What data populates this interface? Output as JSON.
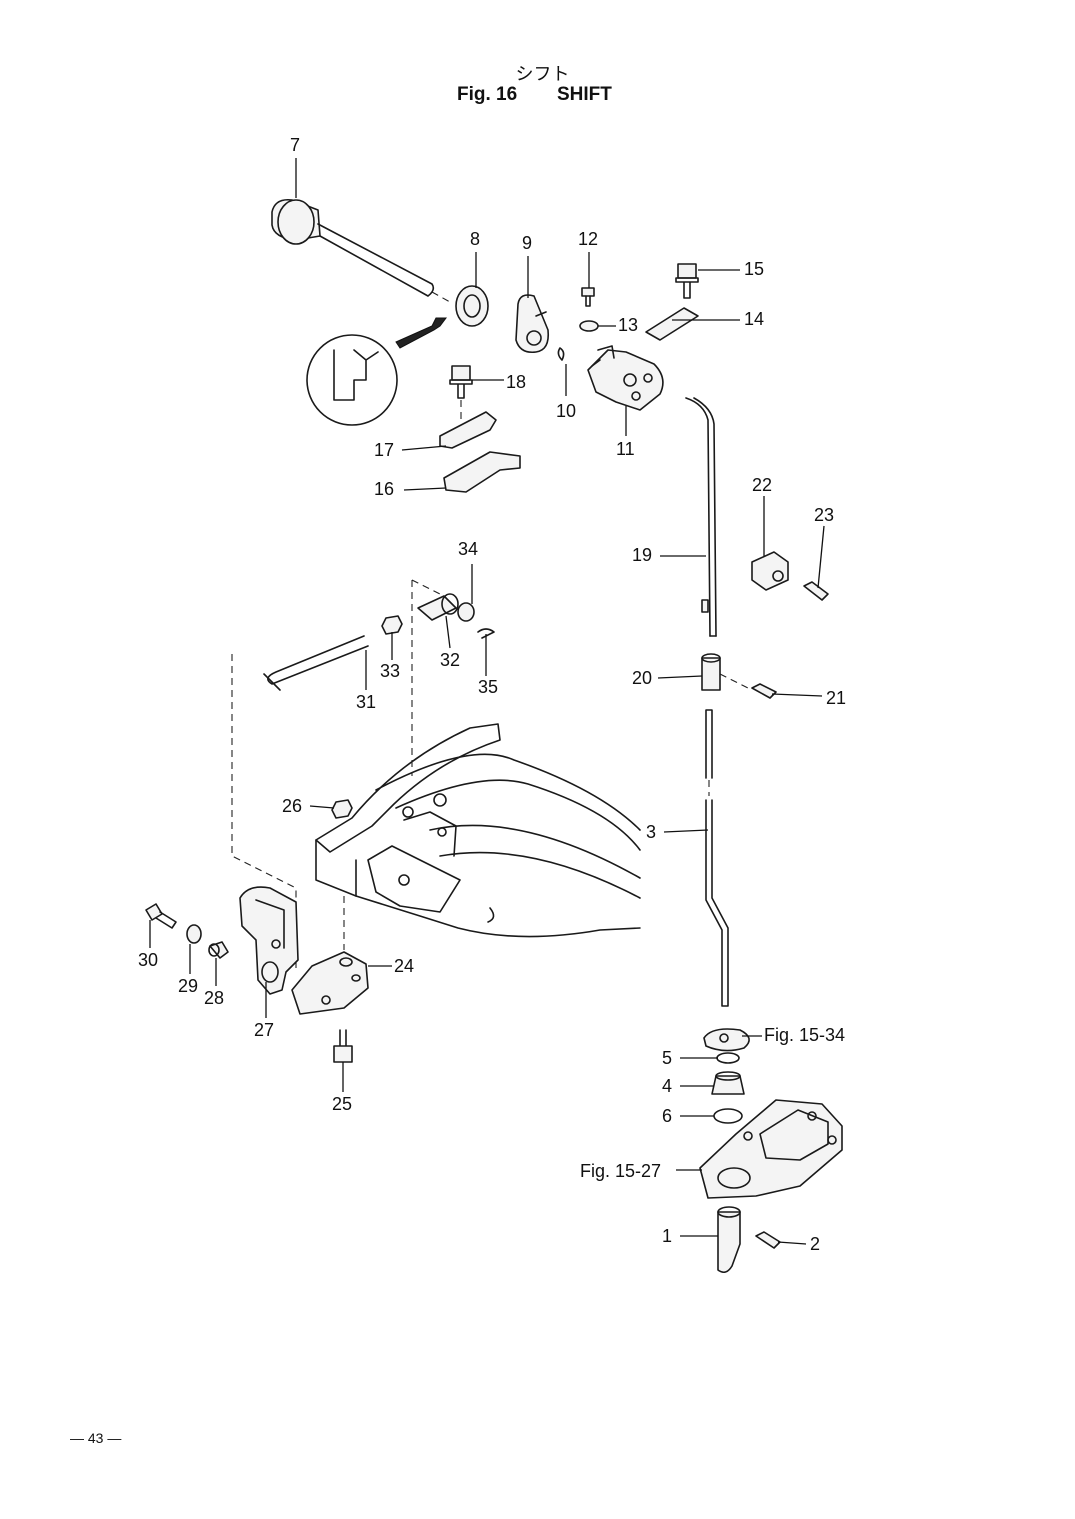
{
  "header": {
    "title_jp": "シフト",
    "fig_label": "Fig. 16",
    "title_en": "SHIFT"
  },
  "callouts": {
    "p1": "1",
    "p2": "2",
    "p3": "3",
    "p4": "4",
    "p5": "5",
    "p6": "6",
    "p7": "7",
    "p8": "8",
    "p9": "9",
    "p10": "10",
    "p11": "11",
    "p12": "12",
    "p13": "13",
    "p14": "14",
    "p15": "15",
    "p16": "16",
    "p17": "17",
    "p18": "18",
    "p19": "19",
    "p20": "20",
    "p21": "21",
    "p22": "22",
    "p23": "23",
    "p24": "24",
    "p25": "25",
    "p26": "26",
    "p27": "27",
    "p28": "28",
    "p29": "29",
    "p30": "30",
    "p31": "31",
    "p32": "32",
    "p33": "33",
    "p34": "34",
    "p35": "35",
    "ref_fig15_34": "Fig. 15-34",
    "ref_fig15_27": "Fig. 15-27"
  },
  "footer": {
    "page_number": "— 43 —"
  }
}
